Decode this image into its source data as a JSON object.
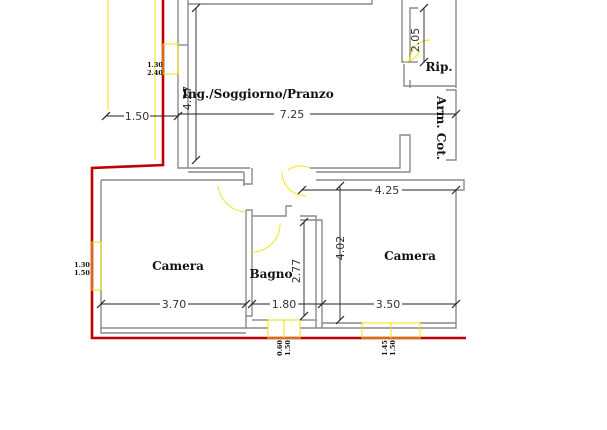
{
  "rooms": {
    "living": "Ing./Soggiorno/Pranzo",
    "storage": "Rip.",
    "closet": "Arm. Cot.",
    "bedroom_left": "Camera",
    "bathroom": "Bagno",
    "bedroom_right": "Camera"
  },
  "dimensions": {
    "living_height": "4.27",
    "storage_height": "2.05",
    "balcony_width": "1.50",
    "living_width": "7.25",
    "bedroom_right_width": "4.25",
    "bedroom_right_height": "4.02",
    "bath_height": "2.77",
    "bedroom_left_width": "3.70",
    "bath_width": "1.80",
    "bedroom_right_bottom_width": "3.50"
  },
  "windows": {
    "w1_a": "1.30",
    "w1_b": "2.40",
    "w2_a": "1.30",
    "w2_b": "1.50",
    "w3_a": "0.60",
    "w3_b": "1.50",
    "w4_a": "1.45",
    "w4_b": "1.50"
  }
}
